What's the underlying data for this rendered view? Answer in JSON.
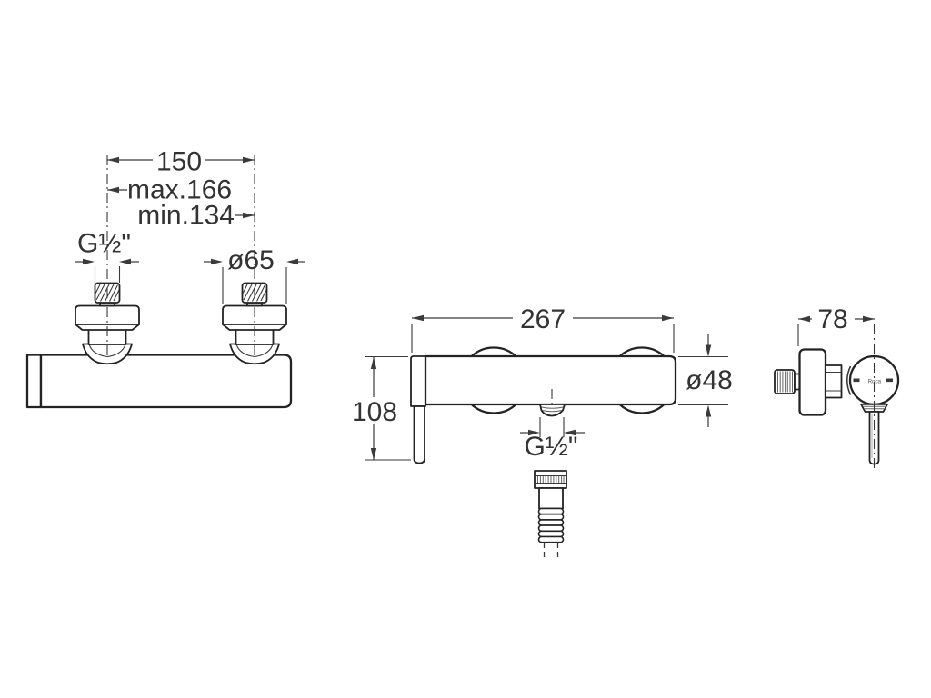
{
  "colors": {
    "background": "#ffffff",
    "line": "#232323",
    "dimension_line": "#3a3a3a",
    "text": "#333333"
  },
  "top_view": {
    "spacing": "150",
    "max_spacing": "max.166",
    "min_spacing": "min.134",
    "thread": "G½\"",
    "flange_diameter": "ø65"
  },
  "front_view": {
    "width": "267",
    "height": "108",
    "diameter": "ø48",
    "outlet_thread": "G½\""
  },
  "side_view": {
    "depth": "78",
    "logo": "Roca"
  }
}
